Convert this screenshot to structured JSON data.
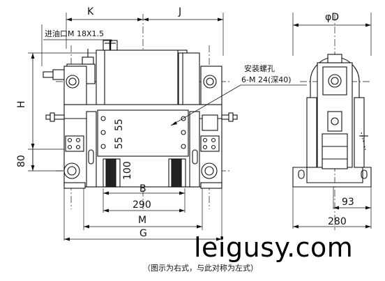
{
  "labels": {
    "K": "K",
    "J": "J",
    "phiD": "φD",
    "H": "H",
    "dim80": "80",
    "dim55a": "55",
    "dim55b": "55",
    "dim100": "100",
    "B": "B",
    "dim290": "290",
    "M": "M",
    "G": "G",
    "dim93": "93",
    "dim280": "280",
    "inlet": "进油口M 18X1.5",
    "hole_line1": "安装螺孔",
    "hole_line2": "6-M 24(深40)"
  },
  "watermark": "leigusy.com",
  "caption": "（图示为右式，与此对称为左式）",
  "colors": {
    "line": "#111111",
    "fill_dark": "#222222",
    "background": "#ffffff"
  }
}
